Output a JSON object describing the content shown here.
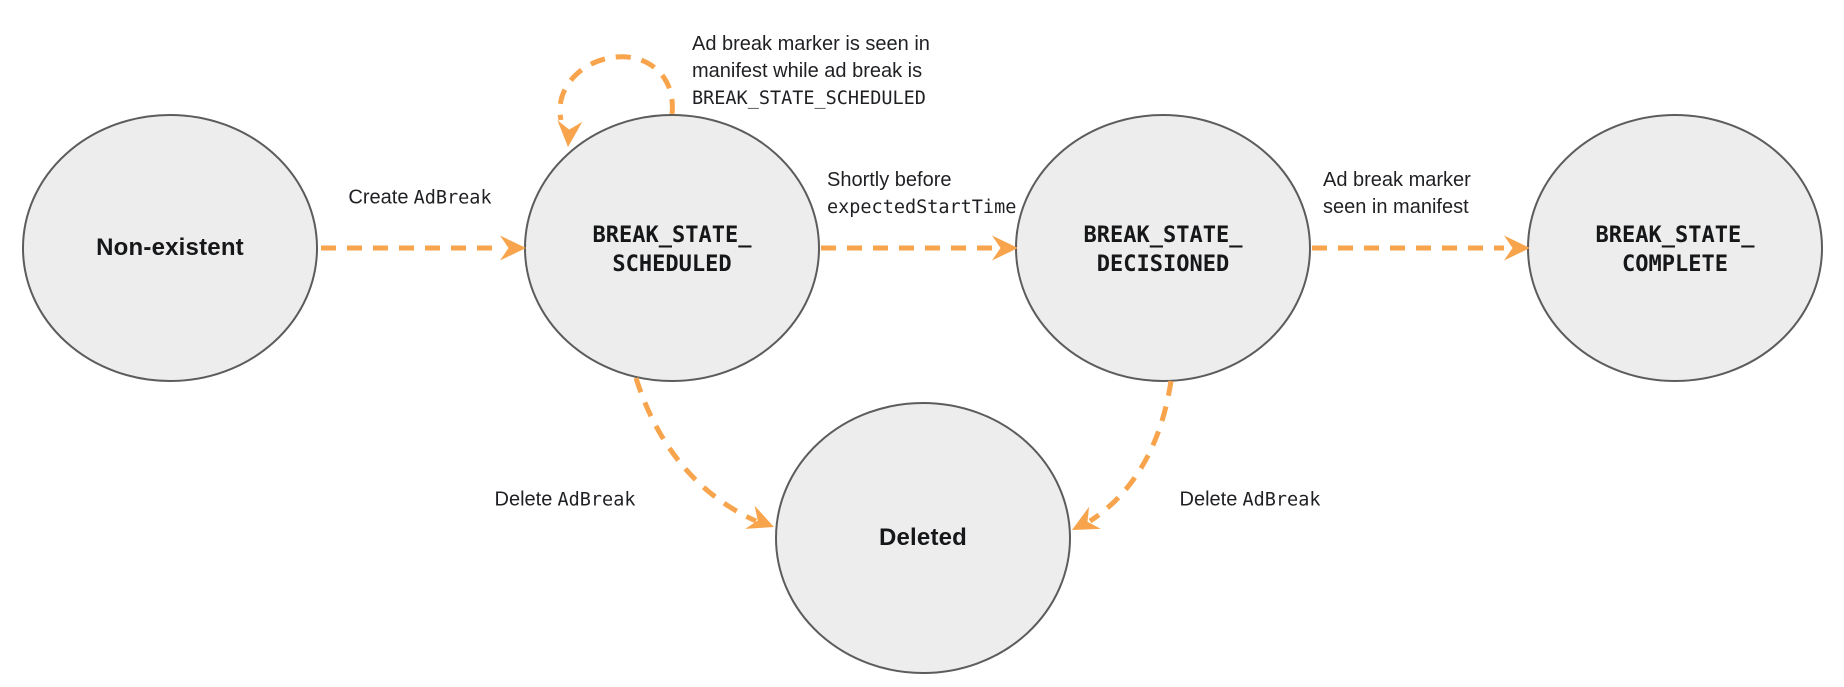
{
  "colors": {
    "arrow": "#F7A44C",
    "node_fill": "#EDEDED",
    "node_border": "#5C5C5C",
    "text": "#1F2023"
  },
  "nodes": {
    "non_existent": {
      "label": "Non-existent"
    },
    "scheduled": {
      "line1": "BREAK_STATE_",
      "line2": "SCHEDULED"
    },
    "decisioned": {
      "line1": "BREAK_STATE_",
      "line2": "DECISIONED"
    },
    "complete": {
      "line1": "BREAK_STATE_",
      "line2": "COMPLETE"
    },
    "deleted": {
      "label": "Deleted"
    }
  },
  "edges": {
    "create_adbreak": {
      "plain": "Create",
      "code": "AdBreak"
    },
    "self_loop": {
      "line1": "Ad break marker is seen in",
      "line2": "manifest while ad break is",
      "line3_code": "BREAK_STATE_SCHEDULED"
    },
    "shortly_before": {
      "line1": "Shortly before",
      "line2_code": "expectedStartTime"
    },
    "marker_seen": {
      "line1": "Ad break marker",
      "line2": "seen in manifest"
    },
    "delete_adbreak_left": {
      "plain": "Delete",
      "code": "AdBreak"
    },
    "delete_adbreak_right": {
      "plain": "Delete",
      "code": "AdBreak"
    }
  }
}
